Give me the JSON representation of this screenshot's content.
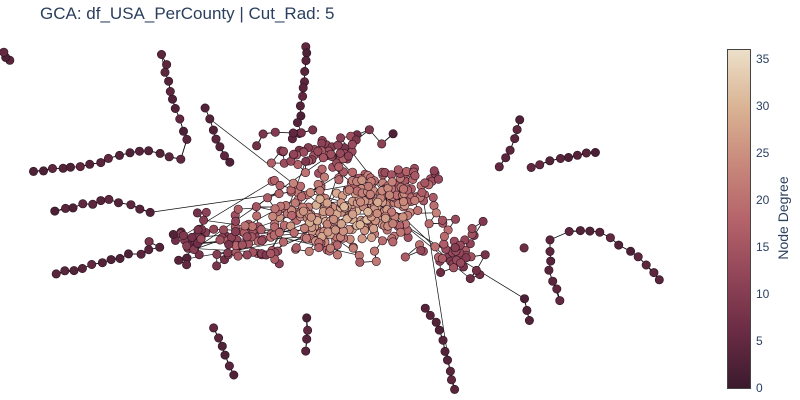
{
  "title": "GCA: df_USA_PerCounty | Cut_Rad: 5",
  "colorbar": {
    "title": "Node Degree",
    "min": 0,
    "max": 36,
    "ticks": [
      0,
      5,
      10,
      15,
      20,
      25,
      30,
      35
    ],
    "colors": [
      "#3b1a2e",
      "#6b2c44",
      "#914558",
      "#b5646a",
      "#c98a7c",
      "#dab394",
      "#ece0c8"
    ]
  },
  "graph": {
    "edge_color": "#111111",
    "node_outline": "#2a1220"
  }
}
